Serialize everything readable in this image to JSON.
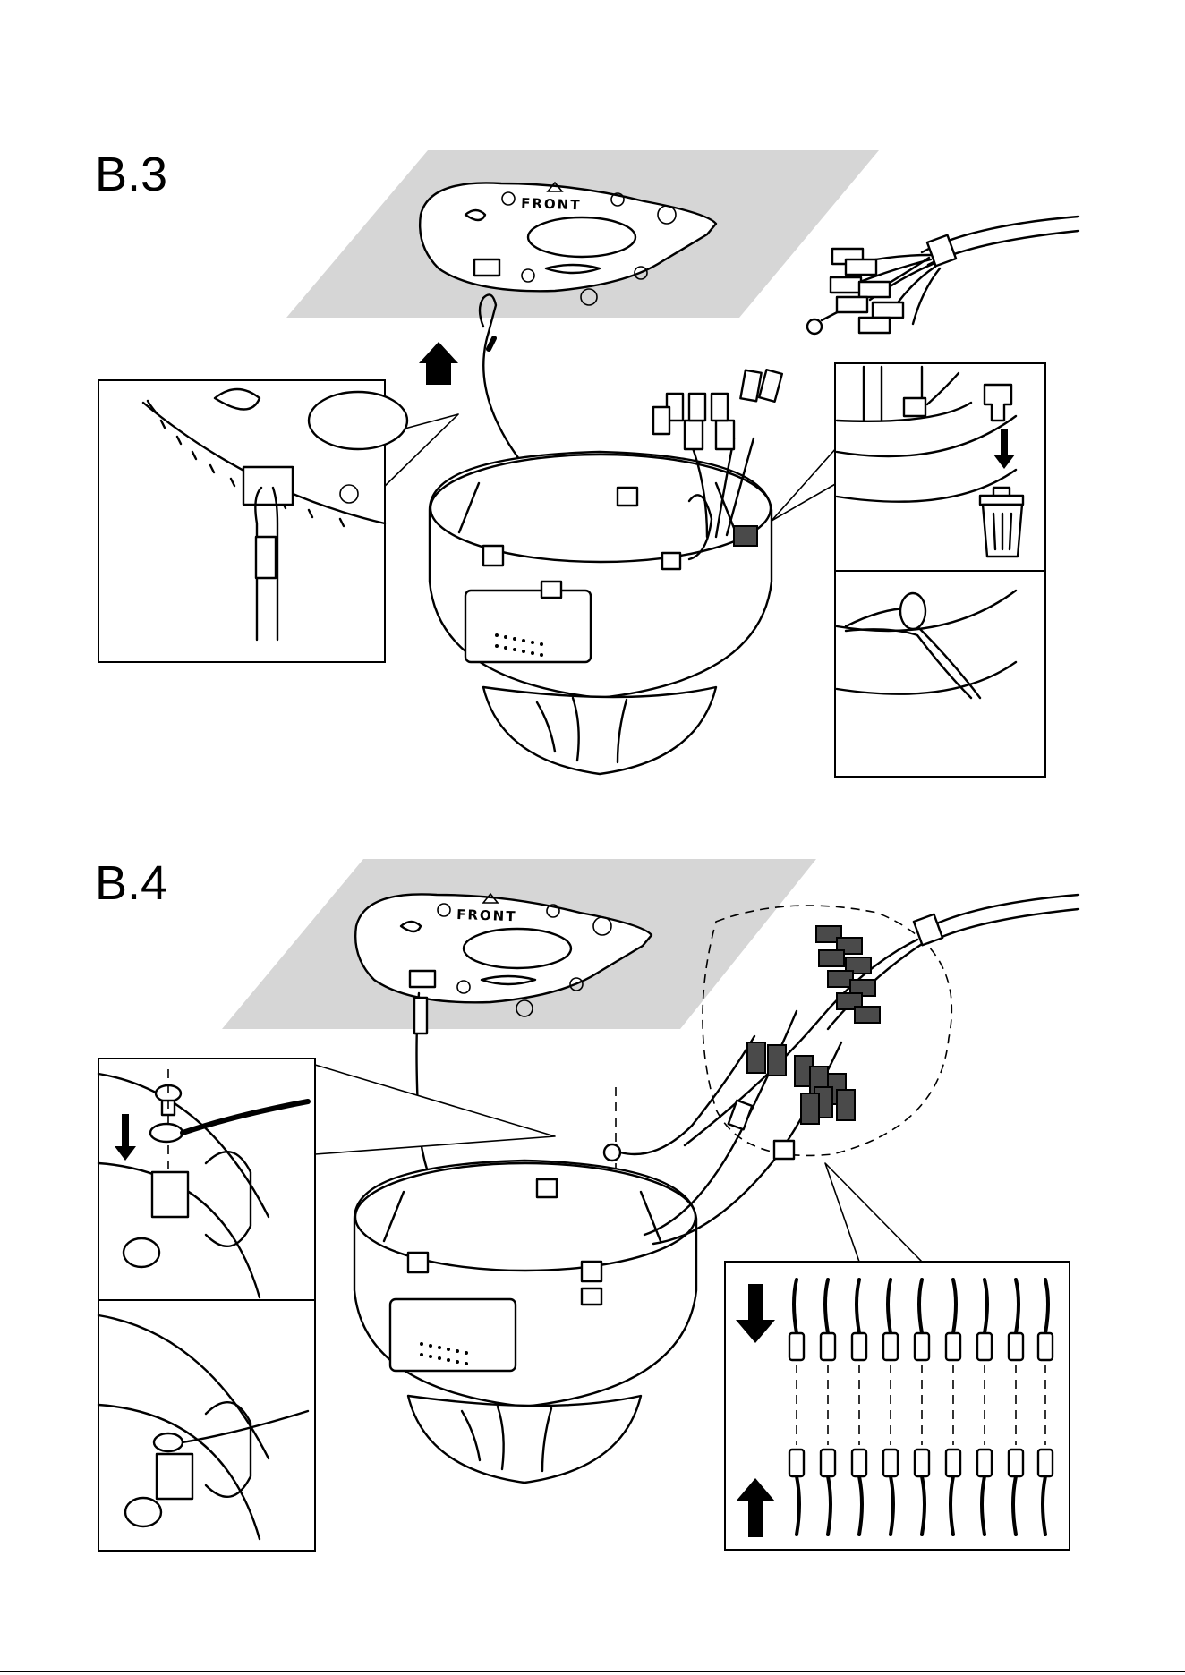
{
  "steps": [
    {
      "label": "B.3"
    },
    {
      "label": "B.4"
    }
  ],
  "mount_plate_text": "FRONT",
  "icons": [
    "up-arrow-icon",
    "down-arrow-icon",
    "trash-icon",
    "wire-cap-icon",
    "screw-icon"
  ]
}
